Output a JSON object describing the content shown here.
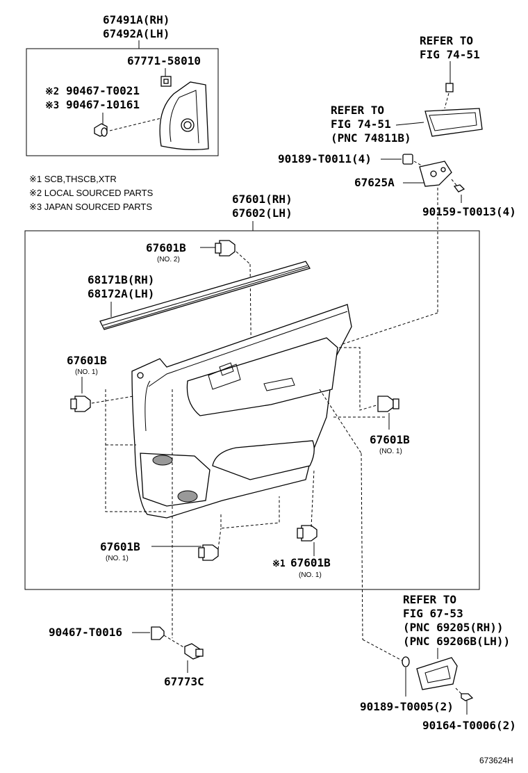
{
  "callouts": {
    "top_box_header_rh": "67491A(RH)",
    "top_box_header_lh": "67492A(LH)",
    "top_box_clip": "67771-58010",
    "top_box_screw_local": "90467-T0021",
    "top_box_screw_japan": "90467-10161",
    "mark_2": "※2",
    "mark_3": "※3",
    "refer_top_1": "REFER TO",
    "refer_top_2": "FIG 74-51",
    "refer_mid_1": "REFER TO",
    "refer_mid_2": "FIG 74-51",
    "refer_mid_3": "(PNC 74811B)",
    "nut_90189_t0011": "90189-T0011(4)",
    "bracket_67625a": "67625A",
    "screw_90159": "90159-T0013(4)",
    "panel_header_rh": "67601(RH)",
    "panel_header_lh": "67602(LH)",
    "clip_top": "67601B",
    "clip_top_sub": "(NO. 2)",
    "weatherstrip_rh": "68171B(RH)",
    "weatherstrip_lh": "68172A(LH)",
    "clip_left": "67601B",
    "clip_left_sub": "(NO. 1)",
    "clip_right": "67601B",
    "clip_right_sub": "(NO. 1)",
    "clip_bottom_left": "67601B",
    "clip_bottom_left_sub": "(NO. 1)",
    "clip_bottom_right": "67601B",
    "clip_bottom_right_mark": "※1",
    "clip_bottom_right_sub": "(NO. 1)",
    "screw_90467_t0016": "90467-T0016",
    "clip_67773c": "67773C",
    "refer_bottom_1": "REFER TO",
    "refer_bottom_2": "FIG 67-53",
    "refer_bottom_3": "(PNC 69205(RH))",
    "refer_bottom_4": "(PNC 69206B(LH))",
    "nut_90189_t0005": "90189-T0005(2)",
    "screw_90164": "90164-T0006(2)",
    "diagram_id": "673624H"
  },
  "notes": {
    "n1": "※1  SCB,THSCB,XTR",
    "n2": "※2  LOCAL SOURCED PARTS",
    "n3": "※3  JAPAN SOURCED PARTS"
  }
}
